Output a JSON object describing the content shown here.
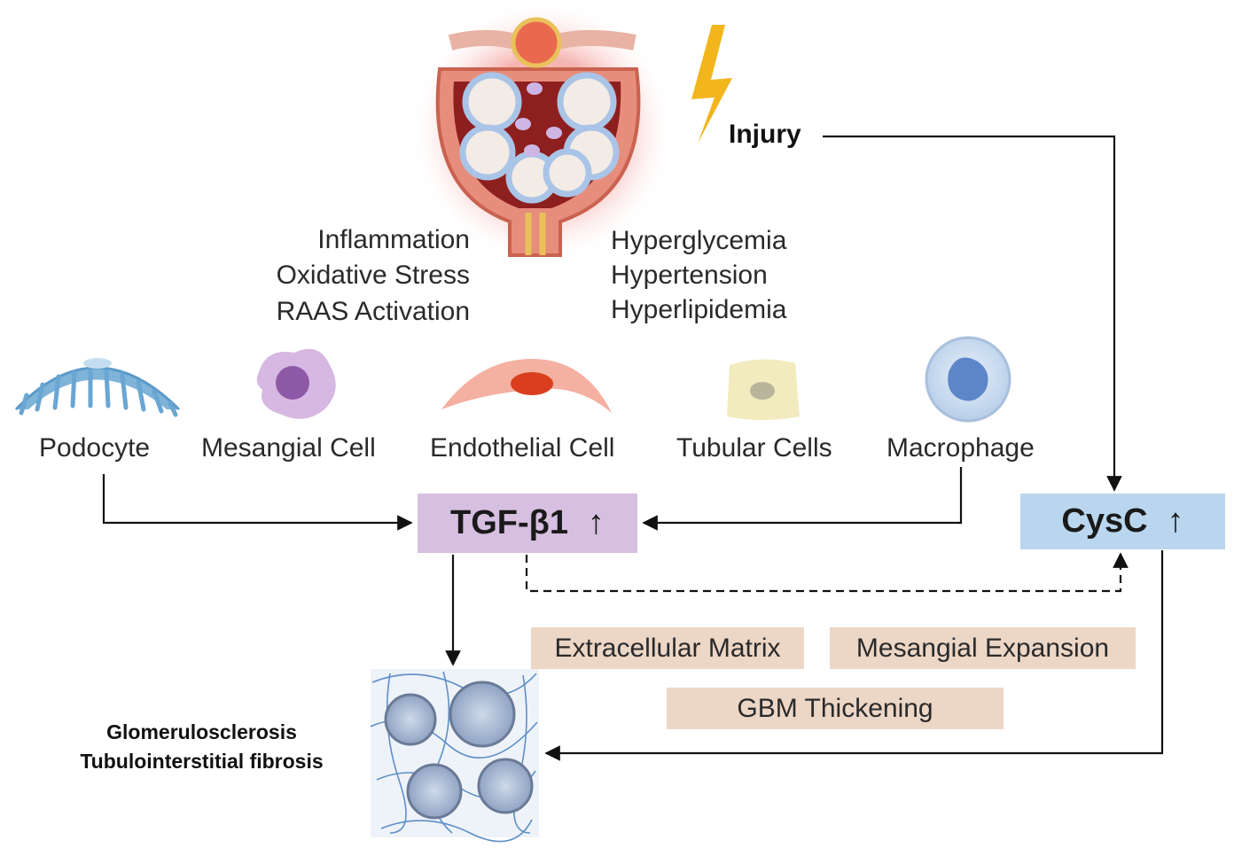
{
  "trigger": {
    "label": "Injury"
  },
  "left_factors": [
    "Inflammation",
    "Oxidative Stress",
    "RAAS Activation"
  ],
  "right_factors": [
    "Hyperglycemia",
    "Hypertension",
    "Hyperlipidemia"
  ],
  "cells": [
    {
      "label": "Podocyte",
      "icon": "podocyte-icon"
    },
    {
      "label": "Mesangial Cell",
      "icon": "mesangial-cell-icon"
    },
    {
      "label": "Endothelial Cell",
      "icon": "endothelial-cell-icon"
    },
    {
      "label": "Tubular Cells",
      "icon": "tubular-cell-icon"
    },
    {
      "label": "Macrophage",
      "icon": "macrophage-icon"
    }
  ],
  "tgf": {
    "label": "TGF-β1",
    "arrow": "↑"
  },
  "cysc": {
    "label": "CysC",
    "arrow": "↑"
  },
  "effects": [
    "Extracellular Matrix",
    "Mesangial Expansion",
    "GBM Thickening"
  ],
  "outcome": {
    "line1": "Glomerulosclerosis",
    "line2": "Tubulointerstitial fibrosis"
  },
  "colors": {
    "tgf_box": "#d6bfe0",
    "cysc_box": "#b9d6ee",
    "effect_box": "#ecd6c6",
    "lightning": "#f2b51c"
  }
}
